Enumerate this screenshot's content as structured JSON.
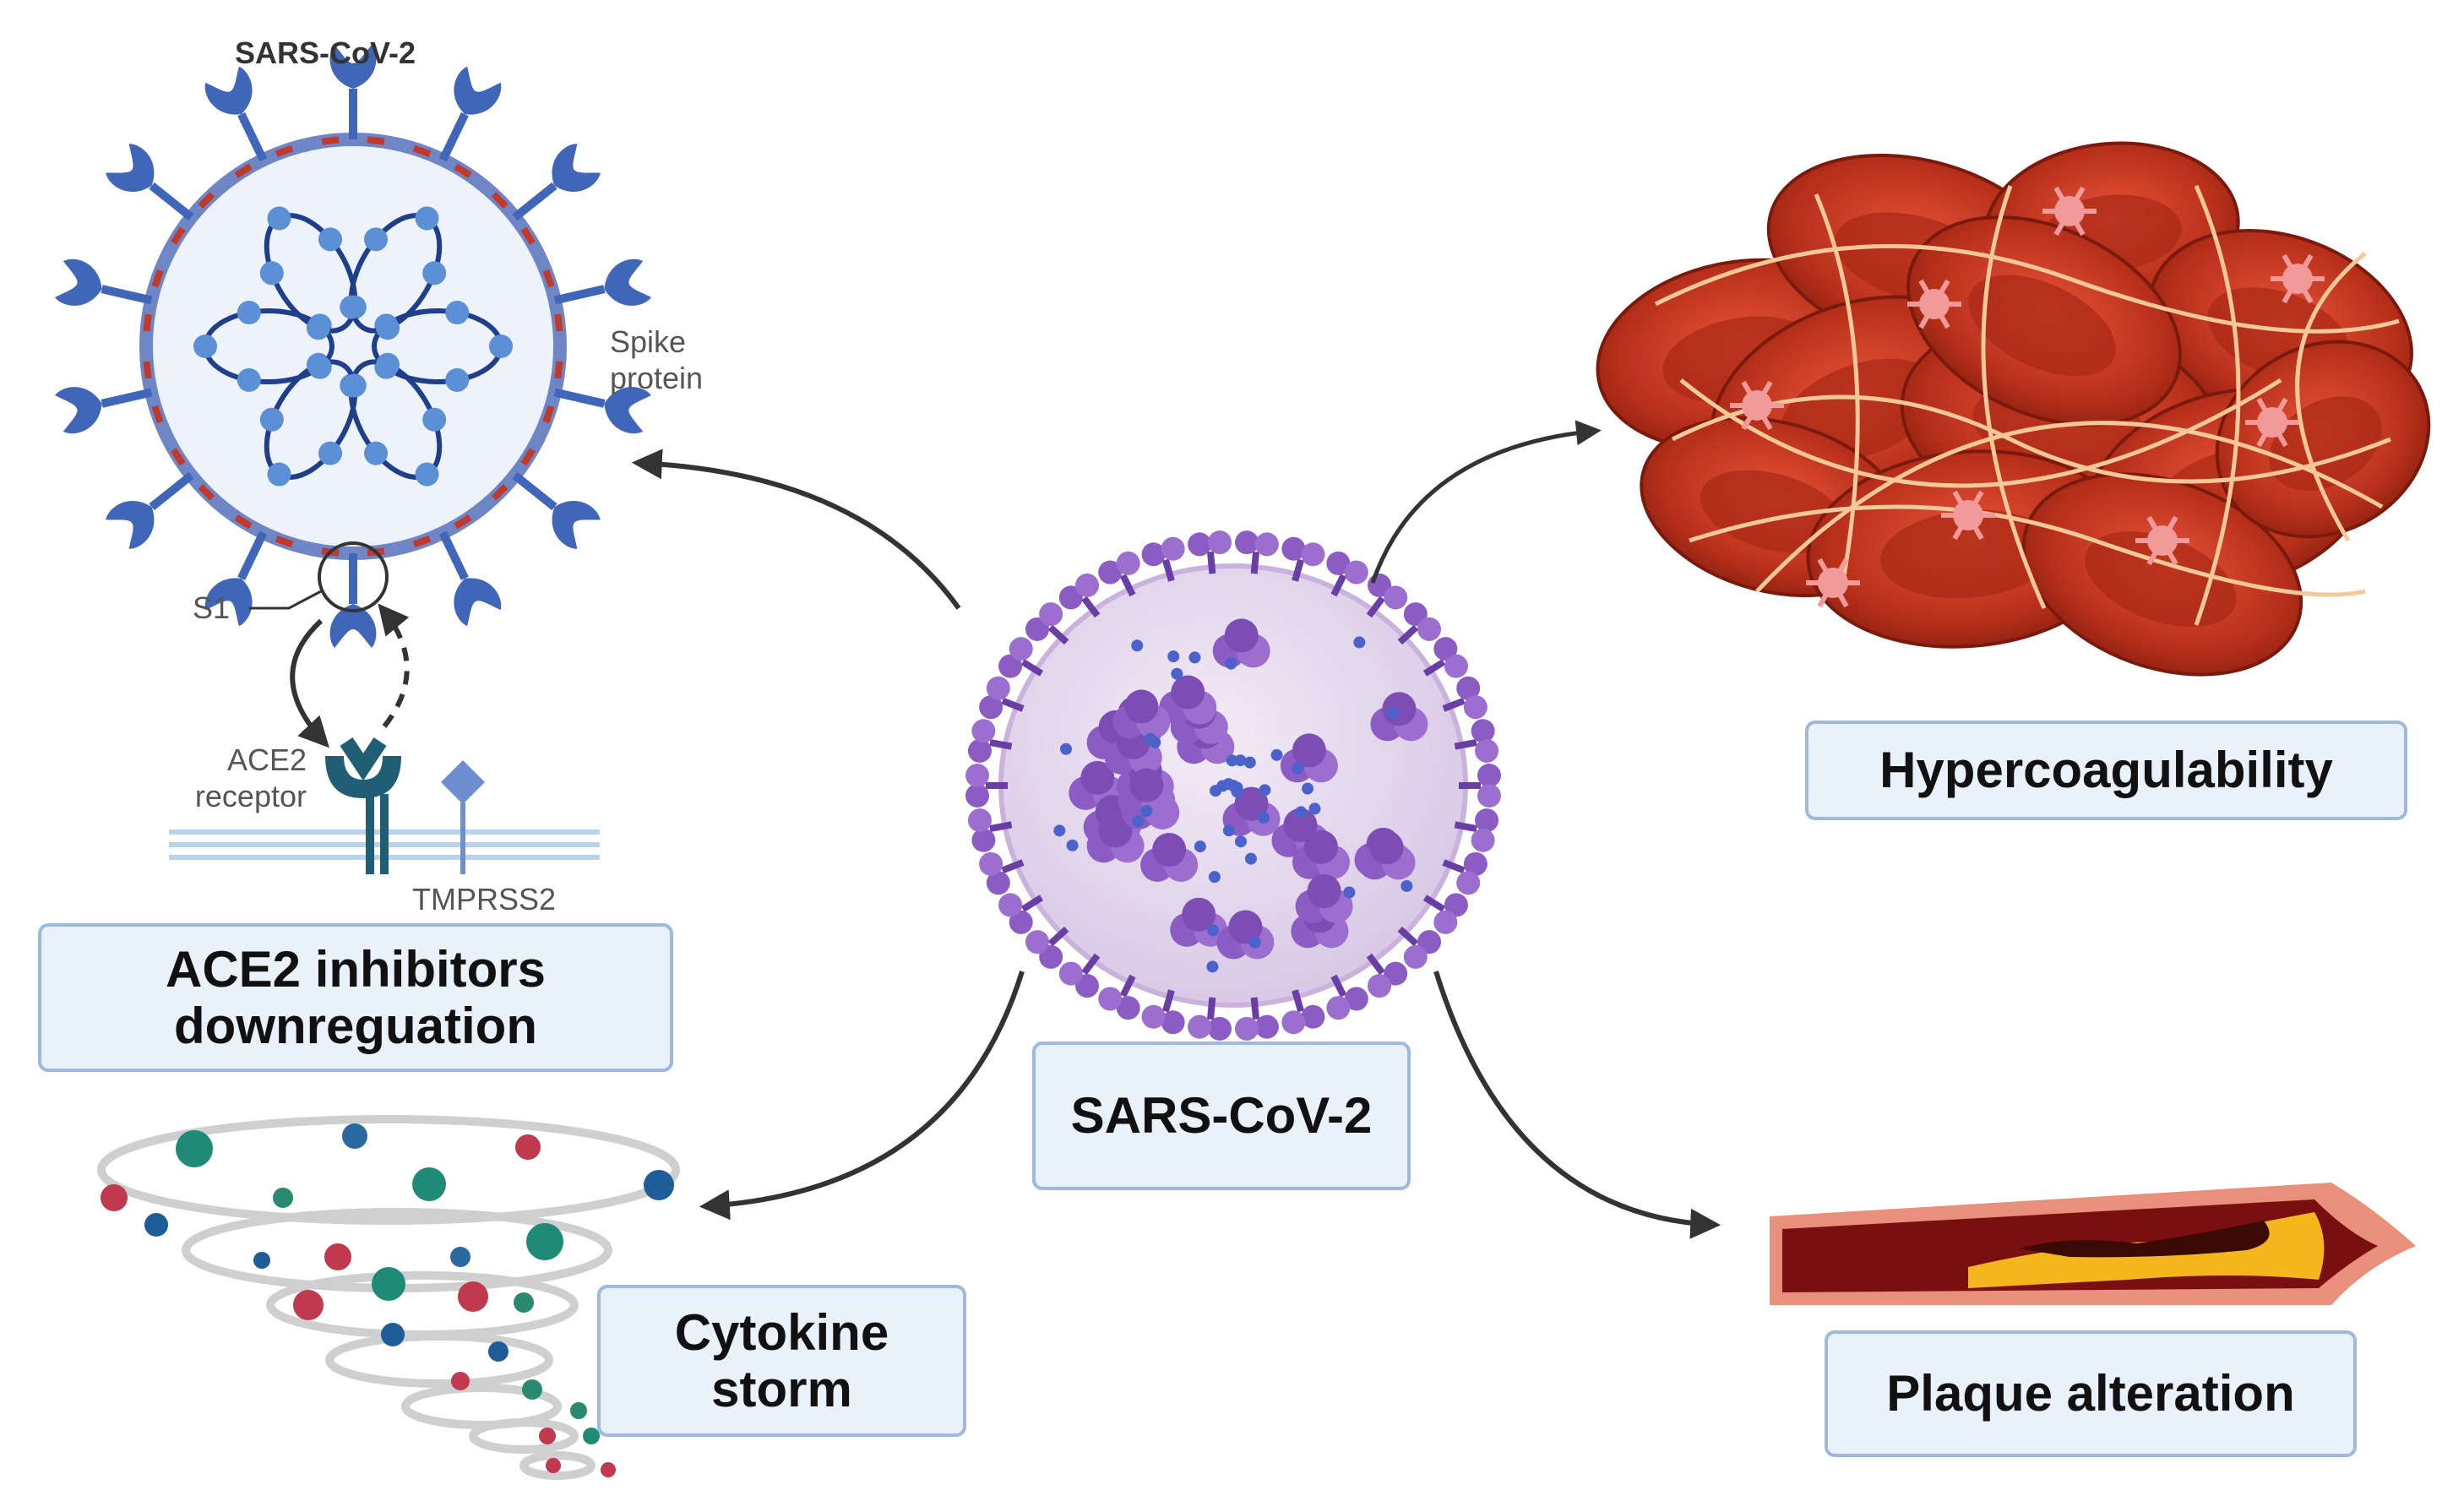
{
  "virus_top_title": "SARS-CoV-2",
  "spike_label": [
    "Spike",
    "protein"
  ],
  "s1_label": "S1",
  "ace2_receptor_label": [
    "ACE2",
    "receptor"
  ],
  "tmprss2_label": "TMPRSS2",
  "center_label": "SARS-CoV-2",
  "boxes": {
    "ace2": [
      "ACE2 inhibitors",
      "downreguation"
    ],
    "cytokine": [
      "Cytokine",
      "storm"
    ],
    "hypercoag": "Hypercoagulability",
    "plaque": "Plaque alteration"
  },
  "colors": {
    "box_fill": "#e9f1fb",
    "box_border": "#9fb8dd",
    "virus_blue": "#3f66b8",
    "virus_purple": "#8a5cc4",
    "blood_red": "#c43a20",
    "arrow": "#333333"
  }
}
